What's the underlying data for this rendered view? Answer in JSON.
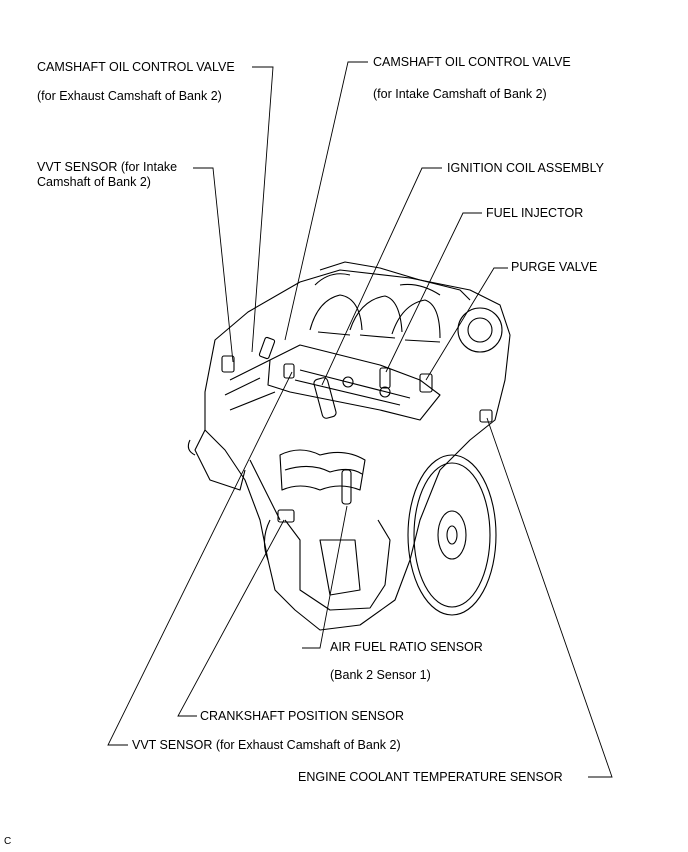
{
  "labels": {
    "cam_ocv_exhaust": "CAMSHAFT OIL CONTROL VALVE",
    "cam_ocv_exhaust_sub": "(for Exhaust Camshaft of Bank 2)",
    "cam_ocv_intake": "CAMSHAFT OIL CONTROL VALVE",
    "cam_ocv_intake_sub": "(for Intake Camshaft of Bank 2)",
    "vvt_intake_line1": "VVT SENSOR (for Intake",
    "vvt_intake_line2": "Camshaft of Bank 2)",
    "ignition_coil": "IGNITION COIL ASSEMBLY",
    "fuel_injector": "FUEL INJECTOR",
    "purge_valve": "PURGE VALVE",
    "air_fuel_ratio": "AIR FUEL RATIO SENSOR",
    "air_fuel_ratio_sub": "(Bank 2 Sensor 1)",
    "crankshaft_sensor": "CRANKSHAFT POSITION SENSOR",
    "vvt_exhaust": "VVT SENSOR (for Exhaust Camshaft of Bank 2)",
    "coolant_temp": "ENGINE COOLANT TEMPERATURE SENSOR",
    "figure_code": "C"
  }
}
